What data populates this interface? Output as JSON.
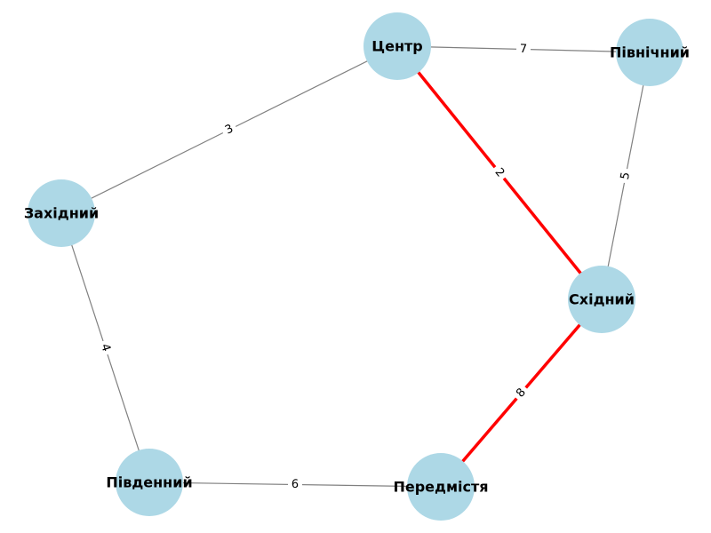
{
  "graph": {
    "node_color": "#add8e6",
    "edge_color": "#808080",
    "highlight_color": "#ff0000",
    "nodes": [
      {
        "id": "center",
        "label": "Центр"
      },
      {
        "id": "north",
        "label": "Північний"
      },
      {
        "id": "west",
        "label": "Західний"
      },
      {
        "id": "east",
        "label": "Східний"
      },
      {
        "id": "south",
        "label": "Південний"
      },
      {
        "id": "suburb",
        "label": "Передмістя"
      }
    ],
    "edges": [
      {
        "from": "center",
        "to": "north",
        "weight": "7",
        "highlighted": false
      },
      {
        "from": "center",
        "to": "west",
        "weight": "3",
        "highlighted": false
      },
      {
        "from": "center",
        "to": "east",
        "weight": "2",
        "highlighted": true
      },
      {
        "from": "north",
        "to": "east",
        "weight": "5",
        "highlighted": false
      },
      {
        "from": "west",
        "to": "south",
        "weight": "4",
        "highlighted": false
      },
      {
        "from": "south",
        "to": "suburb",
        "weight": "6",
        "highlighted": false
      },
      {
        "from": "east",
        "to": "suburb",
        "weight": "8",
        "highlighted": true
      }
    ]
  }
}
